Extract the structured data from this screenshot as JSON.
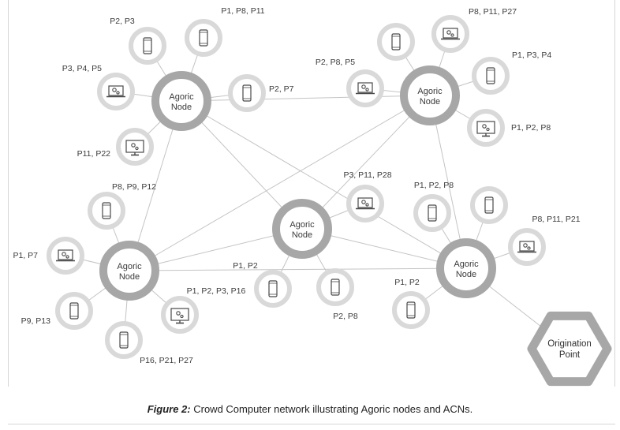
{
  "diagram": {
    "hub_label_line1": "Agoric",
    "hub_label_line2": "Node",
    "origination_line1": "Origination",
    "origination_line2": "Point",
    "device_labels": {
      "h1_phone_a": "P2, P3",
      "h1_phone_b": "P1, P8, P11",
      "h1_laptop": "P3, P4, P5",
      "h1_phone_c": "P2, P7",
      "h1_monitor": "P11, P22",
      "h2_laptop_a": "P2, P8, P5",
      "h2_laptop_b": "P8, P11, P27",
      "h2_phone": "P1, P3, P4",
      "h2_monitor": "P1, P2, P8",
      "h4_phone_a": "P8, P9, P12",
      "h4_laptop": "P1, P7",
      "h4_phone_b": "P9, P13",
      "h4_phone_c": "P16, P21, P27",
      "h4_monitor": "P1, P2, P3, P16",
      "h3_laptop": "P3, P11, P28",
      "h3_phone_a": "P1, P2",
      "h3_phone_b": "P2, P8",
      "h5_phone_a": "P1, P2, P8",
      "h5_laptop": "P8, P11, P21",
      "h5_phone_b": "P1, P2"
    },
    "colors": {
      "hub_ring": "#a7a7a7",
      "device_ring": "#d9d9d9",
      "edge": "#c4c4c4",
      "icon": "#4a4a4a"
    }
  },
  "caption": {
    "figure_label": "Figure 2:",
    "text": "Crowd Computer network illustrating Agoric nodes and ACNs."
  }
}
